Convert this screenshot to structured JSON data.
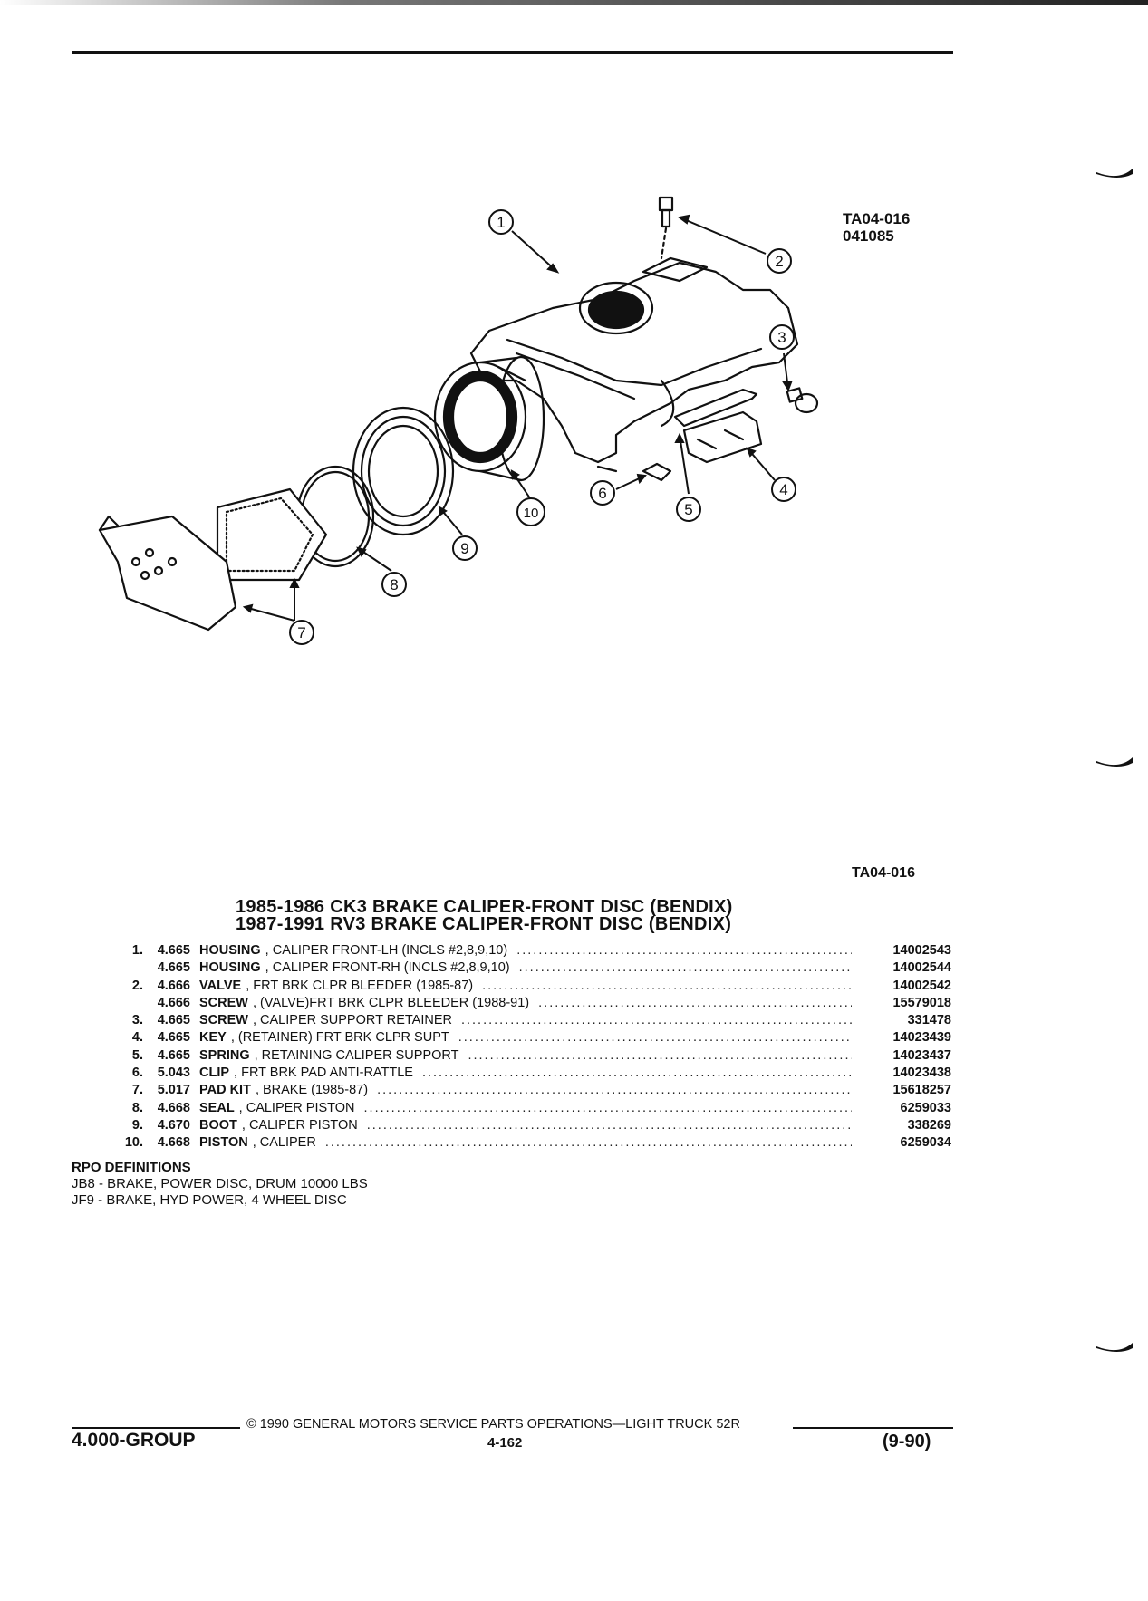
{
  "diagram": {
    "ref_code": "TA04-016",
    "ref_number": "041085",
    "callouts": [
      "1",
      "2",
      "3",
      "4",
      "5",
      "6",
      "7",
      "8",
      "9",
      "10"
    ],
    "figure_code": "TA04-016"
  },
  "titles": {
    "line1": "1985-1986 CK3 BRAKE CALIPER-FRONT DISC (BENDIX)",
    "line2": "1987-1991 RV3 BRAKE CALIPER-FRONT DISC (BENDIX)"
  },
  "parts": [
    {
      "item": "1.",
      "group": "4.665",
      "name": "HOUSING",
      "desc": ", CALIPER FRONT-LH (INCLS #2,8,9,10)",
      "part_no": "14002543"
    },
    {
      "item": "",
      "group": "4.665",
      "name": "HOUSING",
      "desc": ", CALIPER FRONT-RH (INCLS #2,8,9,10)",
      "part_no": "14002544"
    },
    {
      "item": "2.",
      "group": "4.666",
      "name": "VALVE",
      "desc": ", FRT BRK CLPR BLEEDER (1985-87)",
      "part_no": "14002542"
    },
    {
      "item": "",
      "group": "4.666",
      "name": "SCREW",
      "desc": ", (VALVE)FRT BRK CLPR BLEEDER (1988-91)",
      "part_no": "15579018"
    },
    {
      "item": "3.",
      "group": "4.665",
      "name": "SCREW",
      "desc": ", CALIPER SUPPORT RETAINER",
      "part_no": "331478"
    },
    {
      "item": "4.",
      "group": "4.665",
      "name": "KEY",
      "desc": ", (RETAINER) FRT BRK CLPR SUPT",
      "part_no": "14023439"
    },
    {
      "item": "5.",
      "group": "4.665",
      "name": "SPRING",
      "desc": ", RETAINING CALIPER SUPPORT",
      "part_no": "14023437"
    },
    {
      "item": "6.",
      "group": "5.043",
      "name": "CLIP",
      "desc": ", FRT BRK PAD ANTI-RATTLE",
      "part_no": "14023438"
    },
    {
      "item": "7.",
      "group": "5.017",
      "name": "PAD KIT",
      "desc": ", BRAKE (1985-87)",
      "part_no": "15618257"
    },
    {
      "item": "8.",
      "group": "4.668",
      "name": "SEAL",
      "desc": ", CALIPER PISTON",
      "part_no": "6259033"
    },
    {
      "item": "9.",
      "group": "4.670",
      "name": "BOOT",
      "desc": ", CALIPER PISTON",
      "part_no": "338269"
    },
    {
      "item": "10.",
      "group": "4.668",
      "name": "PISTON",
      "desc": ", CALIPER",
      "part_no": "6259034"
    }
  ],
  "rpo": {
    "heading": "RPO DEFINITIONS",
    "items": [
      "JB8 - BRAKE, POWER DISC, DRUM 10000 LBS",
      "JF9 - BRAKE, HYD POWER, 4 WHEEL DISC"
    ]
  },
  "footer": {
    "copyright": "© 1990 GENERAL MOTORS SERVICE PARTS OPERATIONS—LIGHT TRUCK 52R",
    "group": "4.000-GROUP",
    "page": "4-162",
    "date": "(9-90)"
  }
}
